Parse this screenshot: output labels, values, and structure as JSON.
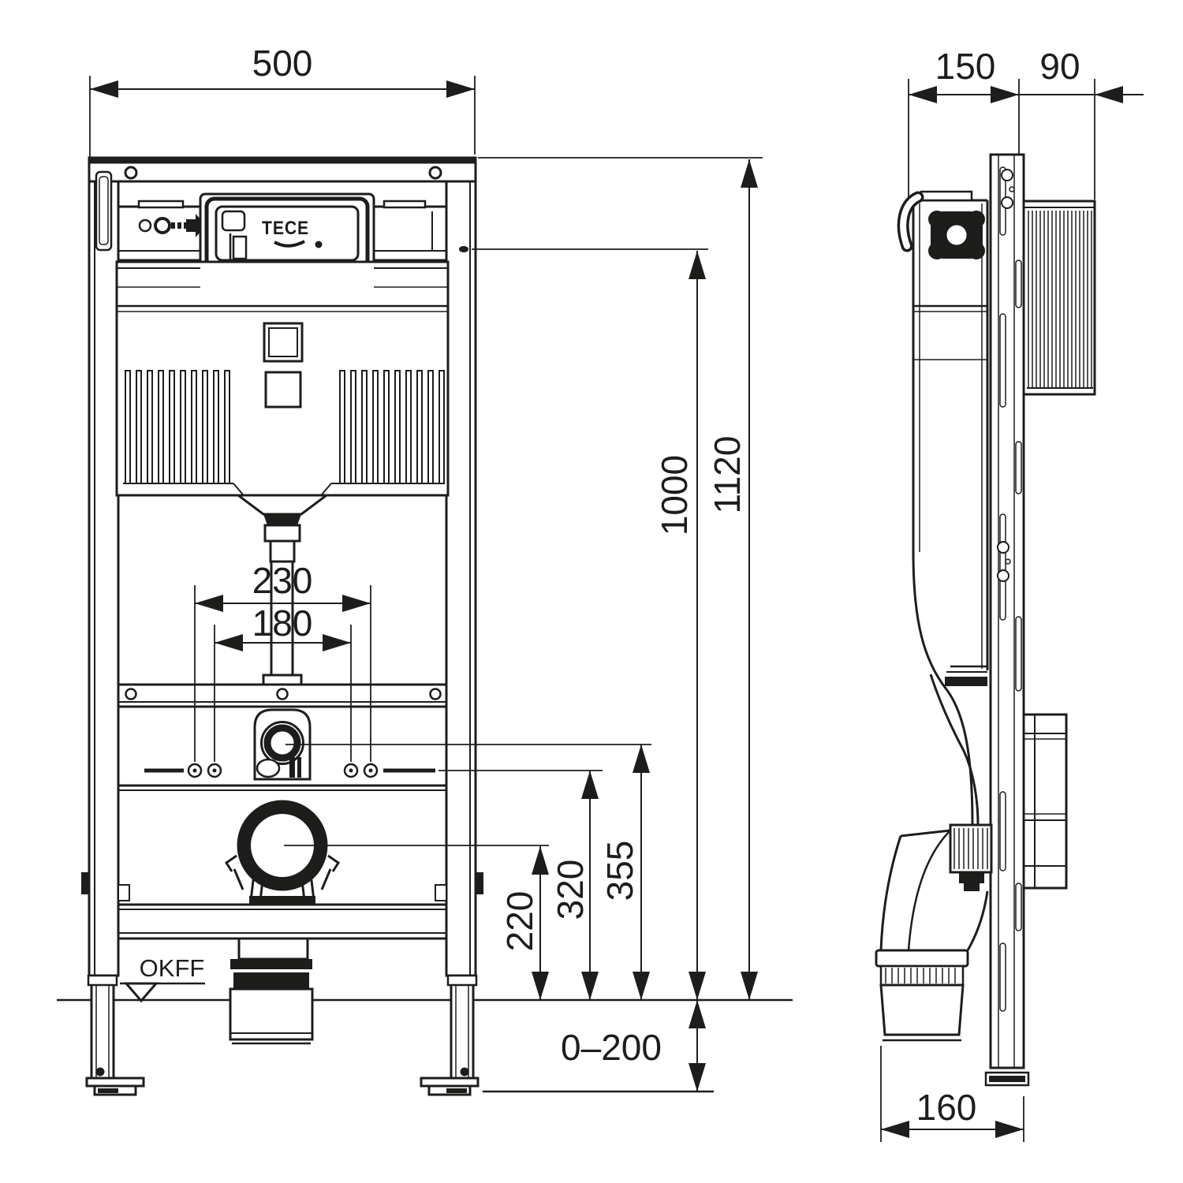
{
  "drawing": {
    "type": "technical-installation-drawing",
    "views": [
      "front",
      "side"
    ],
    "brand_label": "TECE",
    "floor_datum_label": "OKFF",
    "line_color": "#1d1d1b",
    "background_color": "#ffffff",
    "dimensions_mm": {
      "frame_width": "500",
      "frame_depth": "150",
      "actuator_box_depth": "90",
      "frame_height": "1120",
      "flush_plate_center_height": "1000",
      "outer_fixing_spacing": "230",
      "inner_fixing_spacing": "180",
      "water_inlet_height": "355",
      "fixing_bolts_height": "320",
      "drain_center_height": "220",
      "leg_adjustment_range": "0–200",
      "drain_outlet_offset": "160"
    }
  }
}
